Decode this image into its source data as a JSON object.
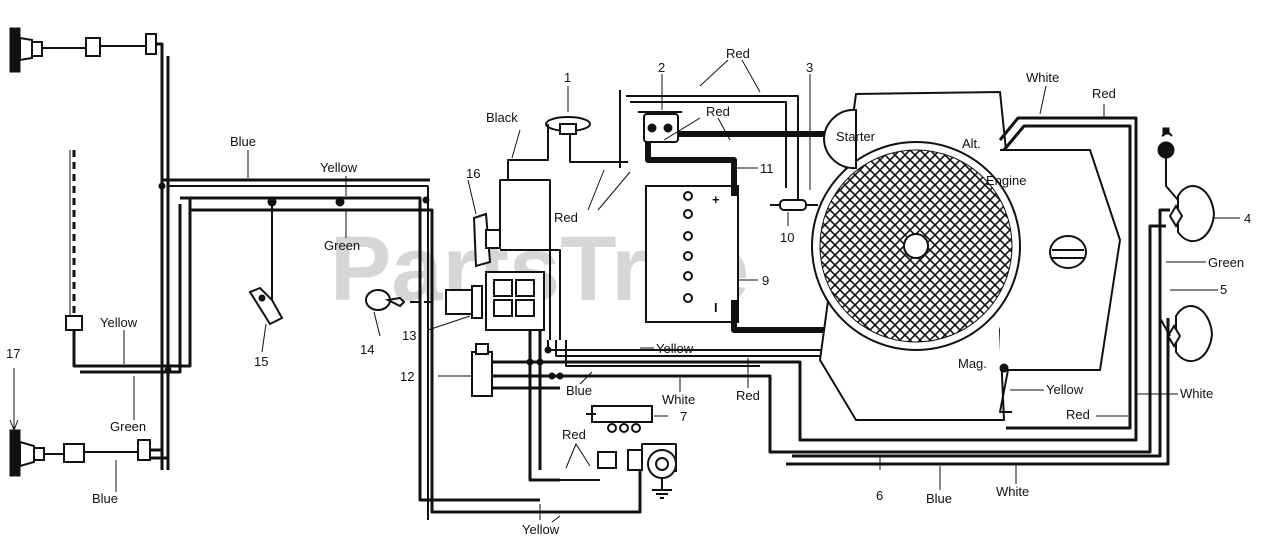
{
  "watermark": "PartsTree",
  "wire_labels": {
    "red_top": "Red",
    "red_center": "Red",
    "black": "Black",
    "blue_top": "Blue",
    "yellow_top": "Yellow",
    "green_top": "Green",
    "red_battery": "Red",
    "white_top": "White",
    "red_top_right": "Red",
    "green_right": "Green",
    "yellow_left": "Yellow",
    "green_left": "Green",
    "blue_left": "Blue",
    "yellow_mid": "Yellow",
    "blue_mid": "Blue",
    "white_mid": "White",
    "red_mid": "Red",
    "yellow_engine": "Yellow",
    "white_right": "White",
    "red_right": "Red",
    "red_lower": "Red",
    "blue_bottom": "Blue",
    "white_bottom": "White",
    "yellow_bottom": "Yellow"
  },
  "component_labels": {
    "starter": "Starter",
    "alt": "Alt.",
    "engine": "Engine",
    "mag": "Mag."
  },
  "callouts": [
    "1",
    "2",
    "3",
    "4",
    "5",
    "6",
    "7",
    "9",
    "10",
    "11",
    "12",
    "13",
    "14",
    "15",
    "16",
    "17"
  ]
}
